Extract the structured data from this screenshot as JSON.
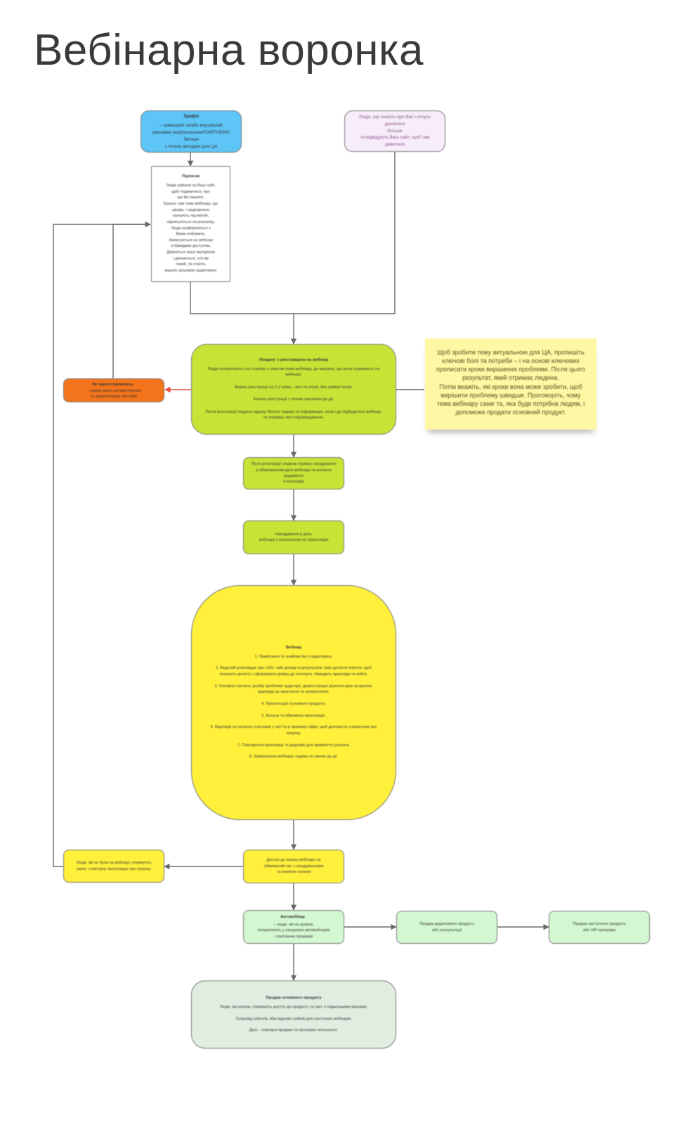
{
  "page": {
    "title": "Вебінарна воронка"
  },
  "colors": {
    "traffic": "#5ec6f7",
    "knowledge": "#f7ecf9",
    "text_node": "#ffffff",
    "green": "#c8e336",
    "orange": "#f4741c",
    "yellow": "#fff03c",
    "light_green": "#d3f8d1",
    "light_gray_green": "#e1ede0",
    "sticky": "#fff7a3",
    "line": "#6b6b6b",
    "red_line": "#e54a3a"
  },
  "nodes": {
    "traffic": {
      "heading": "Трафік",
      "text": "– зовнішній та/або внутрішній\nрекламні акції/розсилки/ПАРТНЕРИ/\nТвітери\nз чіткою вигодою для ЦА"
    },
    "knowledge": {
      "text": "Люди, що знають про Вас і хочуть дізнатися\nбільше\nта відвідують Ваш сайт, щоб там дивитися"
    },
    "landing": {
      "heading": "Підписка",
      "text": "Люди зайшли на Ваш сайт,\nщоб подивитися, про\nщо Ви пишете,\nБачать там тему вебінару, що\nцікава, і зацікавлено\nскачують лід-магніт,\nпідписуються на розсилку,\nЛюди знайомляться з\nВами поближче,\nЗаписуються на вебінар\nзі Швидким доступом,\nДивляться ваші матеріали\nі дізнаються, хто ви\nтакий, та стають\nвашою цільовою аудиторією"
    },
    "registration": {
      "heading": "Лендинг з реєстрацією на вебінар",
      "text": "Люди потрапляють на сторінку з описом теми вебінару, де вказано, що вони отримають на вебінарі.\n\nФорма реєстрації на 1-2 кліки – ім'я та email, без зайвих полів.\n\nКнопка реєстрації з чітким закликом до дії.\n\nПісля реєстрації людина одразу бачить подяку та інформацію, коли і де відбудеться вебінар, та отримує лист-підтвердження."
    },
    "noreg": {
      "heading": "Не зареєструвались",
      "text": "– повертаємо ретаргетингом\nта додатковими листами"
    },
    "reminder1": {
      "heading": "",
      "text": "Після реєстрації людина отримує нагадування\nзі збереженням дати вебінару та кнопкою додавання\nв календар"
    },
    "reminder2": {
      "heading": "",
      "text": "Нагадування в день\nвебінару з посиланням на трансляцію"
    },
    "webinar": {
      "heading": "Вебінар",
      "text": "1. Привітання та знайомство з аудиторією.\n\n2. Ведучий розповідає про себе, свій досвід та результати, яких досягли клієнти, щоб показати цінність і сформувати довіру до експерта. Наводить приклади та кейси.\n\n3. Основна частина: розбір проблеми аудиторії, демонстрація рішення крок за кроком, відповіді на запитання та заперечення.\n\n4. Презентація основного продукту.\n\n5. Бонуси та обмежена пропозиція.\n\n6. Відповіді на питання учасників у чаті та в прямому ефірі, щоб допомогти з рішенням про покупку.\n\n7. Повторення пропозиції та дедлайн для прийняття рішення.\n\n8. Завершення вебінару, подяка та заклик до дії."
    },
    "replay": {
      "heading": "",
      "text": "Люди, які не були на вебінарі, отримують\nзапис і повторну пропозицію про покупку"
    },
    "access": {
      "heading": "",
      "text": "Доступ до запису вебінару на\nобмежений час з нагадуваннями\nта кнопкою оплати"
    },
    "autowebinar": {
      "heading": "Автовебінар",
      "text": "– люди, які не купили,\nпотрапляють у ланцюжок автовебінарів\nі повторних продажів"
    },
    "upsell1": {
      "heading": "",
      "text": "Продаж додаткового продукту\nабо консультації"
    },
    "upsell2": {
      "heading": "",
      "text": "Продаж наступного продукту\nабо VIP-програми"
    },
    "sale": {
      "heading": "Продаж основного продукту",
      "text": "Люди, які купили, отримують доступ до продукту та лист з подальшими кроками.\n\nСупровід клієнтів, збір відгуків і кейсів для наступних вебінарів.\n\nДалі – повторні продажі та програма лояльності."
    }
  },
  "sticky": {
    "text": "Щоб зробити тему актуальною для ЦА, пропишіть ключові болі та потреби – і на основі ключових прописати кроки вирішення проблеми. Після цього результат, який отримає людина.\nПотім вкажіть, які кроки вона може зробити, щоб вирішити проблему швидше. Проговоріть, чому тема вебінару саме та, яка буде потрібна людям, і допоможе продати основний продукт."
  }
}
